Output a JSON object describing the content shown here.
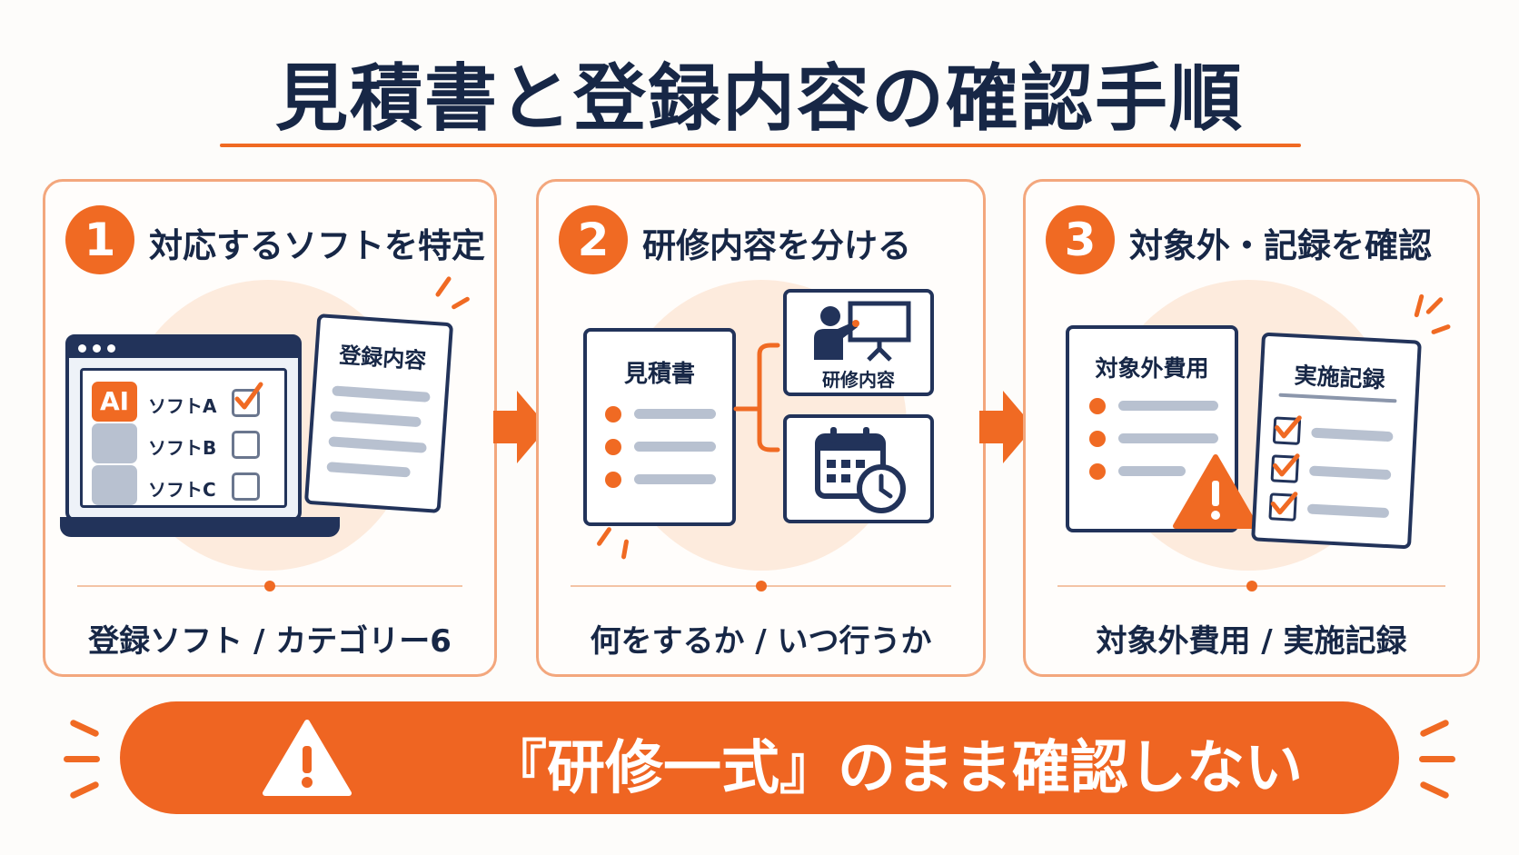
{
  "title": "見積書と登録内容の確認手順",
  "steps": [
    {
      "number": "1",
      "title": "対応するソフトを特定",
      "caption": "登録ソフト / カテゴリー6",
      "software": [
        {
          "icon": "AI",
          "label": "ソフトA",
          "checked": true
        },
        {
          "icon": "",
          "label": "ソフトB",
          "checked": false
        },
        {
          "icon": "",
          "label": "ソフトC",
          "checked": false
        }
      ],
      "doc_title": "登録内容"
    },
    {
      "number": "2",
      "title": "研修内容を分ける",
      "caption": "何をするか / いつ行うか",
      "doc_title": "見積書",
      "branch_top_label": "研修内容"
    },
    {
      "number": "3",
      "title": "対象外・記録を確認",
      "caption": "対象外費用 / 実施記録",
      "doc_left_title": "対象外費用",
      "doc_right_title": "実施記録"
    }
  ],
  "banner": {
    "text": "『研修一式』のまま確認しない"
  },
  "colors": {
    "accent": "#f06a23",
    "navy": "#172746",
    "gray": "#b8c1d0"
  }
}
